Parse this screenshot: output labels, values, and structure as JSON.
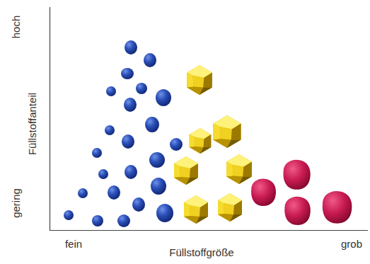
{
  "diagram": {
    "labels": [
      "hoch",
      "Füllstoffanteil",
      "gering",
      "fein",
      "Füllstoffgröße",
      "grob"
    ]
  }
}
